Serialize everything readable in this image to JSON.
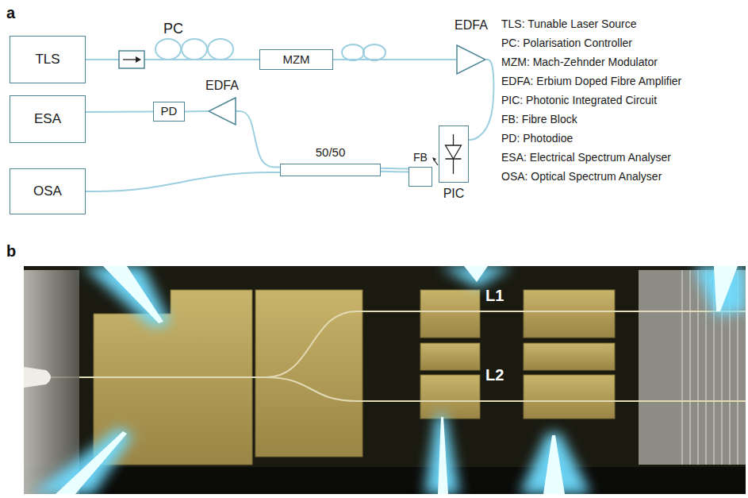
{
  "diagram": {
    "nodes": [
      {
        "text": [
          "TLS"
        ]
      },
      {
        "text": [
          "MZM"
        ]
      },
      {
        "text": [
          "EDFA"
        ]
      },
      {
        "text": [
          "ESA"
        ]
      },
      {
        "text": [
          "PD"
        ]
      },
      {
        "text": [
          "EDFA"
        ]
      },
      {
        "text": [
          "OSA"
        ]
      },
      {
        "text": [
          "50/50"
        ]
      },
      {
        "text": [
          "FB"
        ]
      },
      {
        "text": [
          "PIC"
        ]
      }
    ],
    "edges": [
      {
        "from": 0,
        "to": 1,
        "arrow": "none"
      },
      {
        "from": 1,
        "to": 2,
        "arrow": "none"
      },
      {
        "from": 2,
        "to": 9,
        "arrow": "none"
      },
      {
        "from": 7,
        "to": 5,
        "arrow": "none"
      },
      {
        "from": 5,
        "to": 4,
        "arrow": "none"
      },
      {
        "from": 4,
        "to": 3,
        "arrow": "none"
      },
      {
        "from": 7,
        "to": 6,
        "arrow": "none"
      },
      {
        "from": 8,
        "to": 7,
        "arrow": "none"
      }
    ],
    "labels": [
      "a",
      "PC",
      "TLS: Tunable Laser Source",
      "PC: Polarisation Controller",
      "MZM: Mach-Zehnder Modulator",
      "EDFA: Erbium Doped Fibre Amplifier",
      "PIC: Photonic Integrated Circuit",
      "FB: Fibre Block",
      "PD: Photodioe",
      "ESA: Electrical Spectrum Analyser",
      "OSA: Optical Spectrum Analyser",
      "b",
      "L1",
      "L2"
    ]
  }
}
